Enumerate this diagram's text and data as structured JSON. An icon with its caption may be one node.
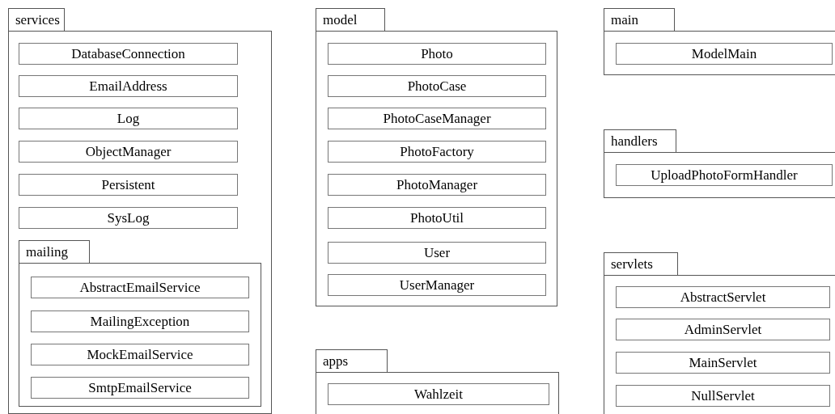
{
  "diagram": {
    "nodes": [
      {
        "text": [
          "services"
        ]
      },
      {
        "text": [
          "DatabaseConnection"
        ],
        "in": 0
      },
      {
        "text": [
          "EmailAddress"
        ],
        "in": 0
      },
      {
        "text": [
          "Log"
        ],
        "in": 0
      },
      {
        "text": [
          "ObjectManager"
        ],
        "in": 0
      },
      {
        "text": [
          "Persistent"
        ],
        "in": 0
      },
      {
        "text": [
          "SysLog"
        ],
        "in": 0
      },
      {
        "text": [
          "mailing"
        ],
        "in": 0
      },
      {
        "text": [
          "AbstractEmailService"
        ],
        "in": 7
      },
      {
        "text": [
          "MailingException"
        ],
        "in": 7
      },
      {
        "text": [
          "MockEmailService"
        ],
        "in": 7
      },
      {
        "text": [
          "SmtpEmailService"
        ],
        "in": 7
      },
      {
        "text": [
          "model"
        ]
      },
      {
        "text": [
          "Photo"
        ],
        "in": 12
      },
      {
        "text": [
          "PhotoCase"
        ],
        "in": 12
      },
      {
        "text": [
          "PhotoCaseManager"
        ],
        "in": 12
      },
      {
        "text": [
          "PhotoFactory"
        ],
        "in": 12
      },
      {
        "text": [
          "PhotoManager"
        ],
        "in": 12
      },
      {
        "text": [
          "PhotoUtil"
        ],
        "in": 12
      },
      {
        "text": [
          "User"
        ],
        "in": 12
      },
      {
        "text": [
          "UserManager"
        ],
        "in": 12
      },
      {
        "text": [
          "apps"
        ]
      },
      {
        "text": [
          "Wahlzeit"
        ],
        "in": 21
      },
      {
        "text": [
          "main"
        ]
      },
      {
        "text": [
          "ModelMain"
        ],
        "in": 23
      },
      {
        "text": [
          "handlers"
        ]
      },
      {
        "text": [
          "UploadPhotoFormHandler"
        ],
        "in": 25
      },
      {
        "text": [
          "servlets"
        ]
      },
      {
        "text": [
          "AbstractServlet"
        ],
        "in": 27
      },
      {
        "text": [
          "AdminServlet"
        ],
        "in": 27
      },
      {
        "text": [
          "MainServlet"
        ],
        "in": 27
      },
      {
        "text": [
          "NullServlet"
        ],
        "in": 27
      }
    ]
  }
}
